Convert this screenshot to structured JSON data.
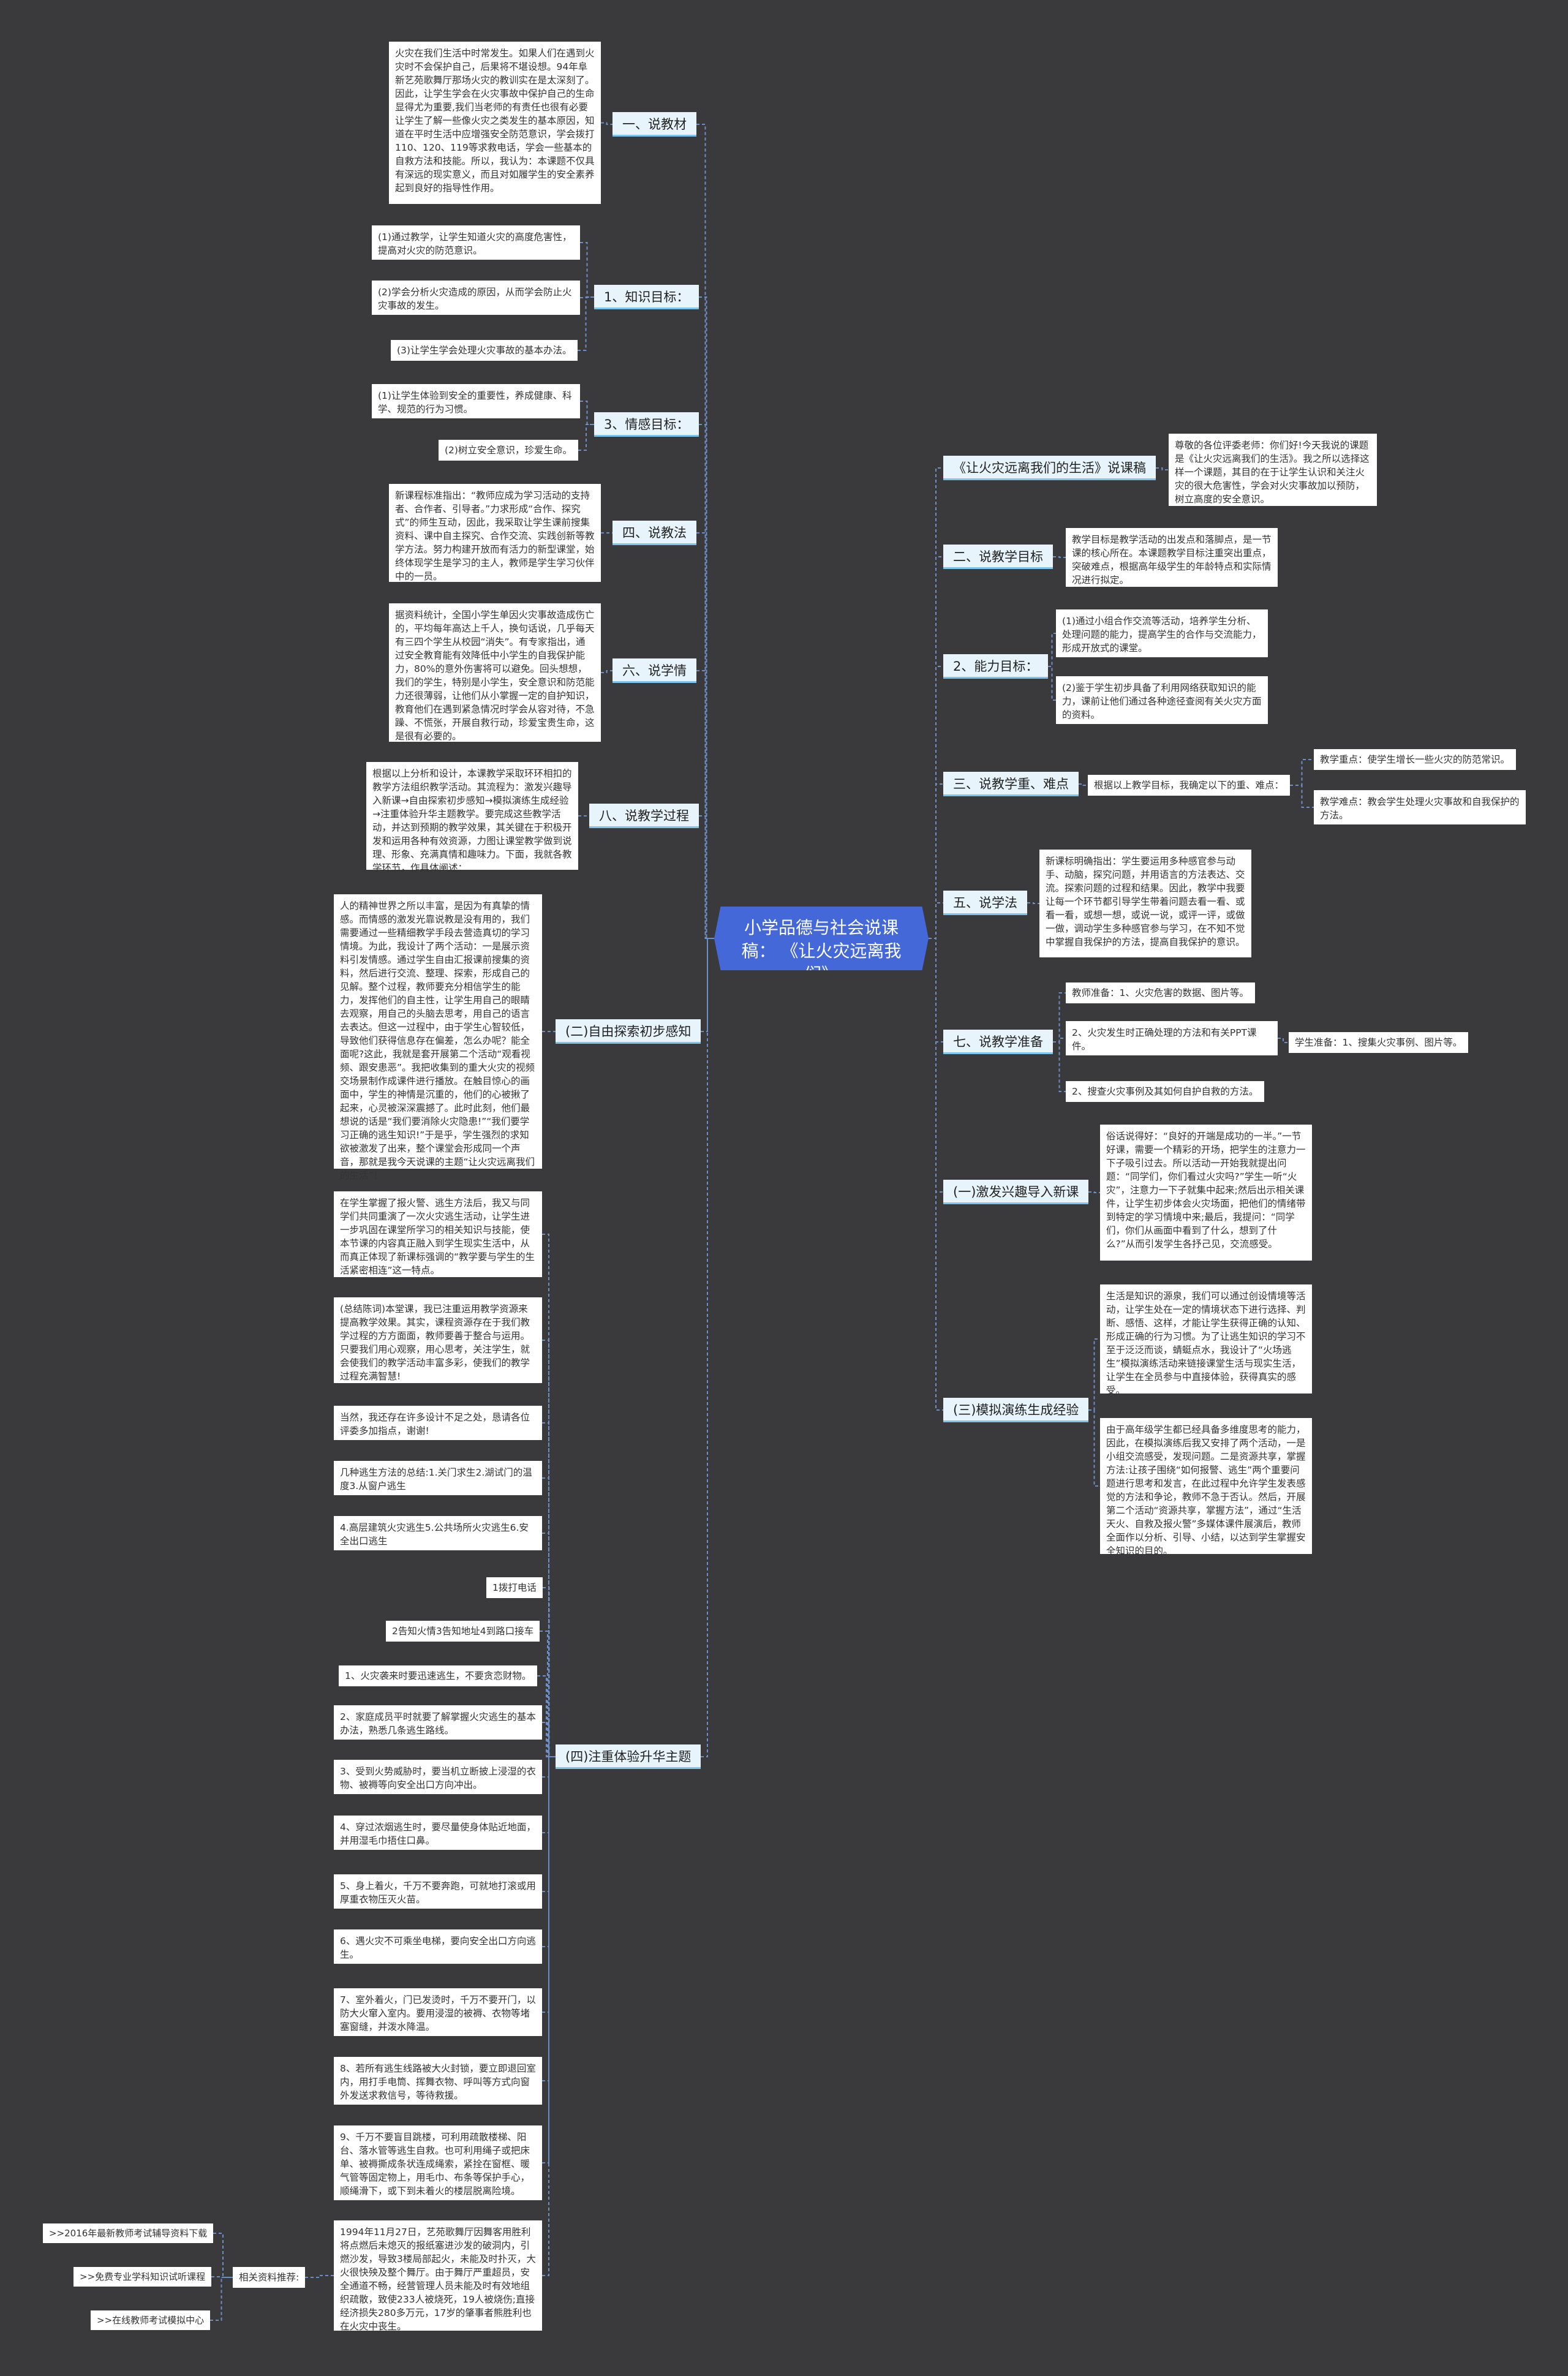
{
  "center": "小学品德与社会说课稿：\n《让火灾远离我们》",
  "left": {
    "b1": {
      "label": "一、说教材",
      "leaf": "火灾在我们生活中时常发生。如果人们在遇到火灾时不会保护自己，后果将不堪设想。94年阜新艺苑歌舞厅那场火灾的教训实在是太深刻了。因此，让学生学会在火灾事故中保护自己的生命显得尤为重要,我们当老师的有责任也很有必要让学生了解一些像火灾之类发生的基本原因，知道在平时生活中应增强安全防范意识，学会拨打110、120、119等求救电话，学会一些基本的自救方法和技能。所以，我认为：本课题不仅具有深远的现实意义，而且对如履学生的安全素养起到良好的指导性作用。"
    },
    "b2": {
      "label": "1、知识目标：",
      "items": [
        "(1)通过教学，让学生知道火灾的高度危害性，提高对火灾的防范意识。",
        "(2)学会分析火灾造成的原因，从而学会防止火灾事故的发生。",
        "(3)让学生学会处理火灾事故的基本办法。"
      ]
    },
    "b3": {
      "label": "3、情感目标：",
      "items": [
        "(1)让学生体验到安全的重要性，养成健康、科学、规范的行为习惯。",
        "(2)树立安全意识，珍爱生命。"
      ]
    },
    "b4": {
      "label": "四、说教法",
      "leaf": "新课程标准指出：“教师应成为学习活动的支持者、合作者、引导者。”力求形成“合作、探究式”的师生互动，因此，我采取让学生课前搜集资料、课中自主探究、合作交流、实践创新等教学方法。努力构建开放而有活力的新型课堂，始终体现学生是学习的主人，教师是学生学习伙伴中的一员。"
    },
    "b5": {
      "label": "六、说学情",
      "leaf": "据资料统计，全国小学生单因火灾事故造成伤亡的，平均每年高达上千人，换句话说，几乎每天有三四个学生从校园“消失”。有专家指出，通过安全教育能有效降低中小学生的自我保护能力，80%的意外伤害将可以避免。回头想想，我们的学生，特别是小学生，安全意识和防范能力还很薄弱，让他们从小掌握一定的自护知识，教育他们在遇到紧急情况时学会从容对待，不急躁、不慌张，开展自救行动，珍爱宝贵生命，这是很有必要的。"
    },
    "b6": {
      "label": "八、说教学过程",
      "leaf": "根据以上分析和设计，本课教学采取环环相扣的教学方法组织教学活动。其流程为：激发兴趣导入新课→自由探索初步感知→模拟演练生成经验→注重体验升华主题教学。要完成这些教学活动，并达到预期的教学效果，其关键在于积极开发和运用各种有效资源，力图让课堂教学做到说理、形象、充满真情和趣味力。下面，我就各教学环节，作具体阐述："
    },
    "b7": {
      "label": "(二)自由探索初步感知",
      "leaf": "人的精神世界之所以丰富，是因为有真挚的情感。而情感的激发光靠说教是没有用的，我们需要通过一些精细教学手段去营造真切的学习情境。为此，我设计了两个活动：一是展示资料引发情感。通过学生自由汇报课前搜集的资料，然后进行交流、整理、探索，形成自己的见解。整个过程，教师要充分相信学生的能力，发挥他们的自主性，让学生用自己的眼睛去观察，用自己的头脑去思考，用自己的语言去表达。但这一过程中，由于学生心智较低，导致他们获得信息存在偏差，怎么办呢？能全面呢?这此，我就是套开展第二个活动“观看视频、跟安患恶”。我把收集到的重大火灾的视频交场景制作成课件进行播放。在触目惊心的画面中，学生的神情是沉重的，他们的心被揪了起来，心灵被深深震撼了。此时此刻，他们最想说的话是“我们要消除火灾隐患!”“我们要学习正确的逃生知识!”于是乎，学生强烈的求知欲被激发了出来，整个课堂会形成同一个声音，那就是我今天说课的主题“让火灾远离我们的生活”！"
    },
    "b8": {
      "label": "(四)注重体验升华主题",
      "items": [
        "在学生掌握了报火警、逃生方法后，我又与同学们共同重演了一次火灾逃生活动，让学生进一步巩固在课堂所学习的相关知识与技能，使本节课的内容真正融入到学生现实生活中，从而真正体现了新课标强调的“教学要与学生的生活紧密相连”这一特点。",
        "(总结陈词)本堂课，我已注重运用教学资源来提高教学效果。其实，课程资源存在于我们教学过程的方方面面，教师要善于整合与运用。只要我们用心观察，用心思考，关注学生，就会使我们的教学活动丰富多彩，使我们的教学过程充满智慧!",
        "当然，我还存在许多设计不足之处，恳请各位评委多加指点，谢谢!",
        "几种逃生方法的总结:1.关门求生2.湖试门的温度3.从窗户逃生",
        "4.高层建筑火灾逃生5.公共场所火灾逃生6.安全出口逃生",
        "1拨打电话",
        "2告知火情3告知地址4到路口接车",
        "1、火灾袭来时要迅速逃生，不要贪恋财物。",
        "2、家庭成员平时就要了解掌握火灾逃生的基本办法，熟悉几条逃生路线。",
        "3、受到火势威胁时，要当机立断披上浸湿的衣物、被褥等向安全出口方向冲出。",
        "4、穿过浓烟逃生时，要尽量使身体贴近地面，并用湿毛巾捂住口鼻。",
        "5、身上着火，千万不要奔跑，可就地打滚或用厚重衣物压灭火苗。",
        "6、遇火灾不可乘坐电梯，要向安全出口方向逃生。",
        "7、室外着火，门已发烫时，千万不要开门，以防大火窜入室内。要用浸湿的被褥、衣物等堵塞窗缝，并泼水降温。",
        "8、若所有逃生线路被大火封锁，要立即退回室内，用打手电筒、挥舞衣物、呼叫等方式向窗外发送求救信号，等待救援。",
        "9、千万不要盲目跳楼，可利用疏散楼梯、阳台、落水管等逃生自救。也可利用绳子或把床单、被褥撕成条状连成绳索，紧拴在窗框、暖气管等固定物上，用毛巾、布条等保护手心，顺绳滑下，或下到未着火的楼层脱离险境。",
        "1994年11月27日，艺苑歌舞厅因舞客用胜利将点燃后未熄灭的报纸塞进沙发的破洞内，引燃沙发，导致3楼局部起火，未能及时扑灭，大火很快殃及整个舞厅。由于舞厅严重超员，安全通道不畅，经营管理人员未能及时有效地组织疏散，致使233人被烧死，19人被烧伤;直接经济损失280多万元，17岁的肇事者熊胜利也在火灾中丧生。"
      ]
    },
    "related": {
      "label": "相关资料推荐:",
      "links": [
        ">>2016年最新教师考试辅导资料下载",
        ">>免费专业学科知识试听课程",
        ">>在线教师考试模拟中心"
      ]
    }
  },
  "right": {
    "r1": {
      "label": "《让火灾远离我们的生活》说课稿",
      "leaf": "尊敬的各位评委老师：你们好!今天我说的课题是《让火灾远离我们的生活》。我之所以选择这样一个课题，其目的在于让学生认识和关注火灾的很大危害性，学会对火灾事故加以预防，树立高度的安全意识。"
    },
    "r2": {
      "label": "二、说教学目标",
      "leaf": "教学目标是教学活动的出发点和落脚点，是一节课的核心所在。本课题教学目标注重突出重点，突破难点，根据高年级学生的年龄特点和实际情况进行拟定。"
    },
    "r3": {
      "label": "2、能力目标：",
      "items": [
        "(1)通过小组合作交流等活动，培养学生分析、处理问题的能力，提高学生的合作与交流能力，形成开放式的课堂。",
        "(2)鉴于学生初步具备了利用网络获取知识的能力，课前让他们通过各种途径查阅有关火灾方面的资料。"
      ]
    },
    "r4": {
      "label": "三、说教学重、难点",
      "mid": "根据以上教学目标，我确定以下的重、难点：",
      "items": [
        "教学重点：使学生增长一些火灾的防范常识。",
        "教学难点：教会学生处理火灾事故和自我保护的方法。"
      ]
    },
    "r5": {
      "label": "五、说学法",
      "leaf": "新课标明确指出：学生要运用多种感官参与动手、动脑，探究问题，并用语言的方法表达、交流。探索问题的过程和结果。因此，教学中我要让每一个环节都引导学生带着问题去看一看、或看一看，或想一想，或说一说，或评一评，或做一做，调动学生多种感官参与学习，在不知不觉中掌握自我保护的方法，提高自我保护的意识。"
    },
    "r6": {
      "label": "七、说教学准备",
      "items": [
        "教师准备：1、火灾危害的数据、图片等。",
        "2、火灾发生时正确处理的方法和有关PPT课件。",
        "2、搜查火灾事例及其如何自护自救的方法。"
      ],
      "extra": "学生准备：1、搜集火灾事例、图片等。"
    },
    "r7": {
      "label": "(一)激发兴趣导入新课",
      "leaf": "俗话说得好：“良好的开端是成功的一半。”一节好课，需要一个精彩的开场，把学生的注意力一下子吸引过去。所以活动一开始我就提出问题：“同学们，你们看过火灾吗?”学生一听“火灾”，注意力一下子就集中起来;然后出示相关课件，让学生初步体会火灾场面，把他们的情绪带到特定的学习情境中来;最后，我提问：“同学们，你们从画面中看到了什么，想到了什么?”从而引发学生各抒己见，交流感受。"
    },
    "r8": {
      "label": "(三)模拟演练生成经验",
      "items": [
        "生活是知识的源泉，我们可以通过创设情境等活动，让学生处在一定的情境状态下进行选择、判断、感悟、这样，才能让学生获得正确的认知、形成正确的行为习惯。为了让逃生知识的学习不至于泛泛而谈，蜻蜓点水，我设计了“火场逃生”模拟演练活动来链接课堂生活与现实生活，让学生在全员参与中直接体验，获得真实的感受。",
        "由于高年级学生都已经具备多维度思考的能力，因此，在模拟演练后我又安排了两个活动，一是小组交流感受，发现问题。二是资源共享，掌握方法:让孩子围绕“如何报警、逃生”两个重要问题进行思考和发言，在此过程中允许学生发表感觉的方法和争论，教师不急于否认。然后，开展第二个活动“资源共享，掌握方法”，通过“生活天火、自救及报火警”多媒体课件展演后，教师全面作以分析、引导、小结，以达到学生掌握安全知识的目的。"
      ]
    }
  }
}
